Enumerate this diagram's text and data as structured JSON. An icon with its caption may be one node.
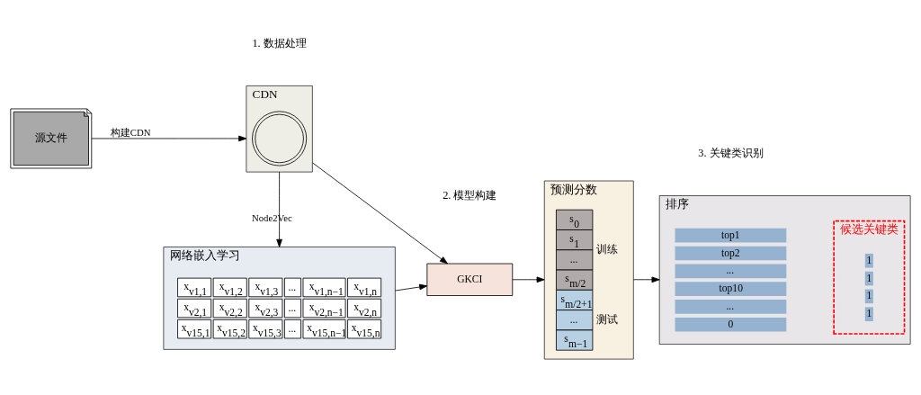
{
  "diagram": {
    "nodes": [
      {
        "text": [
          "源文件"
        ]
      },
      {
        "text": [
          "CDN"
        ]
      },
      {
        "text": [],
        "shape": "picture",
        "in": 1
      },
      {
        "text": [
          "网络嵌入学习"
        ]
      },
      {
        "text": [
          "GKCI"
        ]
      },
      {
        "text": [
          "预测分数"
        ]
      },
      {
        "text": [
          "排序"
        ]
      },
      {
        "text": [
          "候选关键类"
        ],
        "in": 6
      }
    ],
    "edges": [
      {
        "from": 0,
        "to": 1,
        "arrow": "to",
        "label": "构建CDN"
      },
      {
        "from": 1,
        "to": 3,
        "arrow": "to",
        "label": "Node2Vec"
      },
      {
        "from": 1,
        "to": 4,
        "arrow": "to"
      },
      {
        "from": 3,
        "to": 4,
        "arrow": "to"
      },
      {
        "from": 4,
        "to": 5,
        "arrow": "to"
      },
      {
        "from": 5,
        "to": 6,
        "arrow": "to"
      }
    ],
    "labels": [
      "x$_{v1,1}$",
      "x$_{v1,2}$",
      "x$_{v1,3}$",
      "...",
      "x$_{v1,n−1}$",
      "x$_{v1,n}$",
      "x$_{v2,1}$",
      "x$_{v2,2}$",
      "x$_{v2,3}$",
      "...",
      "x$_{v2,n−1}$",
      "x$_{v2,n}$",
      "x$_{v15,1}$",
      "x$_{v15,2}$",
      "x$_{v15,3}$",
      "...",
      "x$_{v15,n−1}$",
      "x$_{v15,n}$",
      "s$_{0}$",
      "s$_{1}$",
      "...",
      "s$_{m/2}$",
      "s$_{m/2+1}$",
      "...",
      "s$_{m−1}$",
      "训练",
      "测试",
      "top1",
      "top2",
      "...",
      "top10",
      "...",
      "1",
      "1",
      "1",
      "1",
      "0",
      "1. 数据处理",
      "2. 模型构建",
      "3. 关键类识别"
    ]
  }
}
